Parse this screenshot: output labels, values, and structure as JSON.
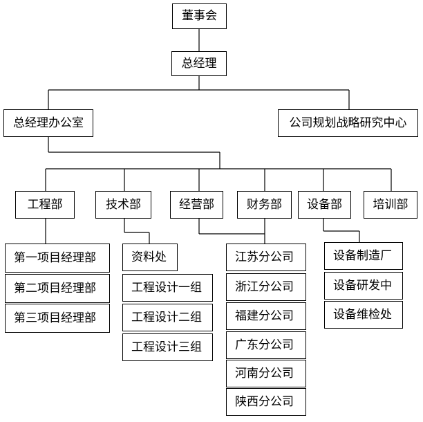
{
  "board": "董事会",
  "gm": "总经理",
  "gm_office": "总经理办公室",
  "strategy_center": "公司规划战略研究中心",
  "departments": {
    "engineering": "工程部",
    "technology": "技术部",
    "operations": "经营部",
    "finance": "财务部",
    "equipment": "设备部",
    "training": "培训部"
  },
  "engineering_children": [
    "第一项目经理部",
    "第二项目经理部",
    "第三项目经理部"
  ],
  "technology_children": [
    "资料处",
    "工程设计一组",
    "工程设计二组",
    "工程设计三组"
  ],
  "branch_offices": [
    "江苏分公司",
    "浙江分公司",
    "福建分公司",
    "广东分公司",
    "河南分公司",
    "陕西分公司"
  ],
  "equipment_children": [
    "设备制造厂",
    "设备研发中",
    "设备维检处"
  ]
}
